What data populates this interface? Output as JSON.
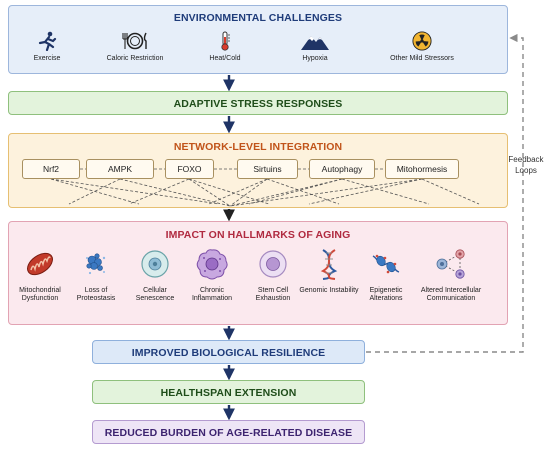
{
  "environment": {
    "title": "ENVIRONMENTAL CHALLENGES",
    "items": [
      {
        "label": "Exercise",
        "icon": "runner-icon"
      },
      {
        "label": "Caloric Restriction",
        "icon": "plate-icon"
      },
      {
        "label": "Heat/Cold",
        "icon": "thermometer-icon"
      },
      {
        "label": "Hypoxia",
        "icon": "mountain-icon"
      },
      {
        "label": "Other Mild Stressors",
        "icon": "radiation-icon"
      }
    ]
  },
  "adaptive": {
    "title": "ADAPTIVE STRESS RESPONSES"
  },
  "network": {
    "title": "NETWORK-LEVEL INTEGRATION",
    "nodes": [
      "Nrf2",
      "AMPK",
      "FOXO",
      "Sirtuins",
      "Autophagy",
      "Mitohormesis"
    ]
  },
  "hallmarks": {
    "title": "IMPACT ON HALLMARKS OF AGING",
    "items": [
      {
        "label": "Mitochondrial Dysfunction",
        "icon": "mitochondrion-icon"
      },
      {
        "label": "Loss of Proteostasis",
        "icon": "protein-aggregate-icon"
      },
      {
        "label": "Cellular Senescence",
        "icon": "senescent-cell-icon"
      },
      {
        "label": "Chronic Inflammation",
        "icon": "inflamed-cell-icon"
      },
      {
        "label": "Stem Cell Exhaustion",
        "icon": "stem-cell-icon"
      },
      {
        "label": "Genomic Instability",
        "icon": "dna-icon"
      },
      {
        "label": "Epigenetic Alterations",
        "icon": "chromatin-icon"
      },
      {
        "label": "Altered Intercellular Communication",
        "icon": "cell-network-icon"
      }
    ]
  },
  "resilience": {
    "title": "IMPROVED BIOLOGICAL RESILIENCE"
  },
  "healthspan": {
    "title": "HEALTHSPAN EXTENSION"
  },
  "burden": {
    "title": "REDUCED BURDEN OF AGE-RELATED DISEASE"
  },
  "feedback": {
    "line1": "Feedback",
    "line2": "Loops"
  },
  "colors": {
    "arrow": "#1f3466",
    "dashed": "#8a8a8a",
    "accent_orange": "#c1541a",
    "accent_red": "#b02a40"
  }
}
